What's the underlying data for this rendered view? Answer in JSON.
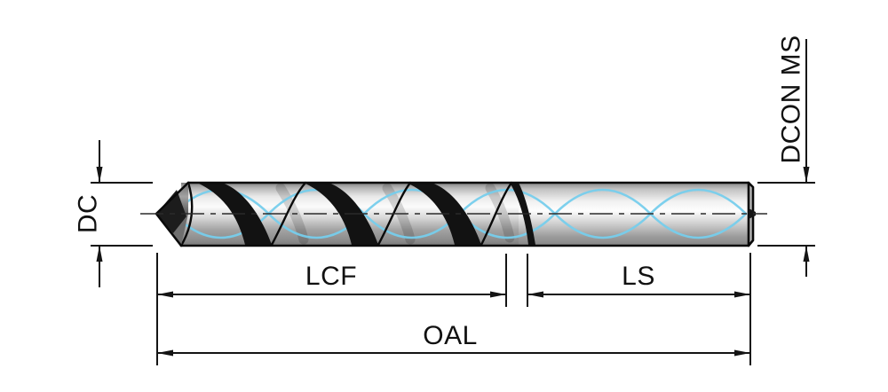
{
  "diagram": {
    "description": "Technical dimension drawing of a twist drill",
    "labels": {
      "dc": "DC",
      "dcon_ms": "DCON MS",
      "lcf": "LCF",
      "ls": "LS",
      "oal": "OAL"
    },
    "colors": {
      "coolant_line": "#76cdec",
      "outline": "#0a0a0a",
      "dimension": "#141414",
      "background": "#ffffff"
    }
  }
}
